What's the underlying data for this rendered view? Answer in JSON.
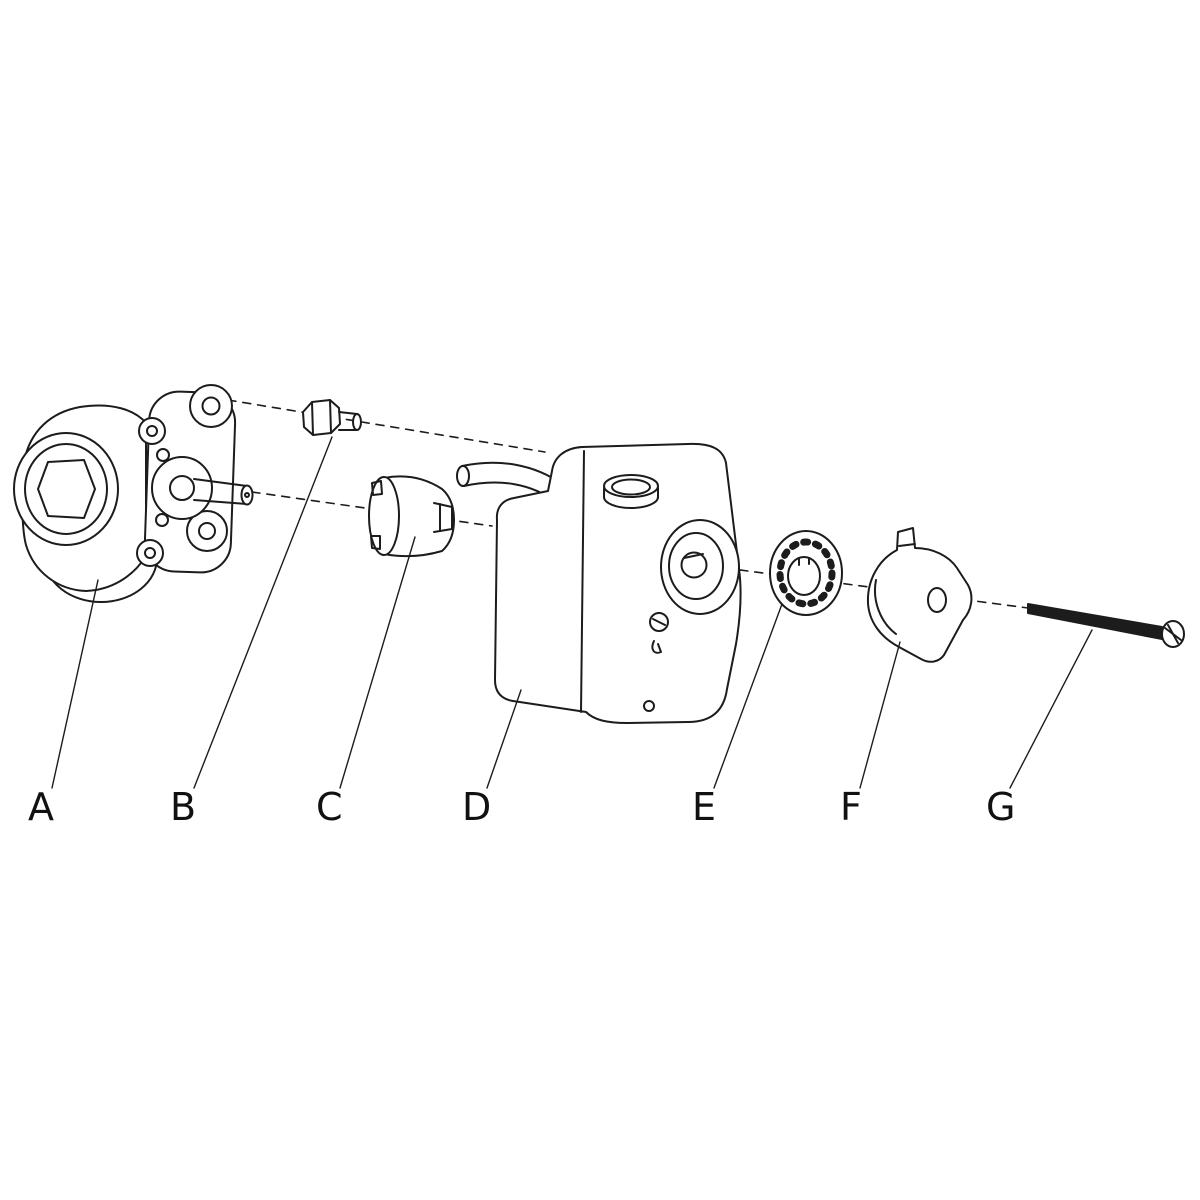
{
  "diagram": {
    "type": "exploded-view",
    "background_color": "#ffffff",
    "line_color": "#1c1c1c",
    "labels": [
      {
        "text": "A",
        "part": "valve-body"
      },
      {
        "text": "B",
        "part": "stem-adapter-nut"
      },
      {
        "text": "C",
        "part": "coupling-sleeve"
      },
      {
        "text": "D",
        "part": "actuator-housing"
      },
      {
        "text": "E",
        "part": "position-indicator-disc"
      },
      {
        "text": "F",
        "part": "manual-override-knob"
      },
      {
        "text": "G",
        "part": "fixing-screw"
      }
    ]
  }
}
